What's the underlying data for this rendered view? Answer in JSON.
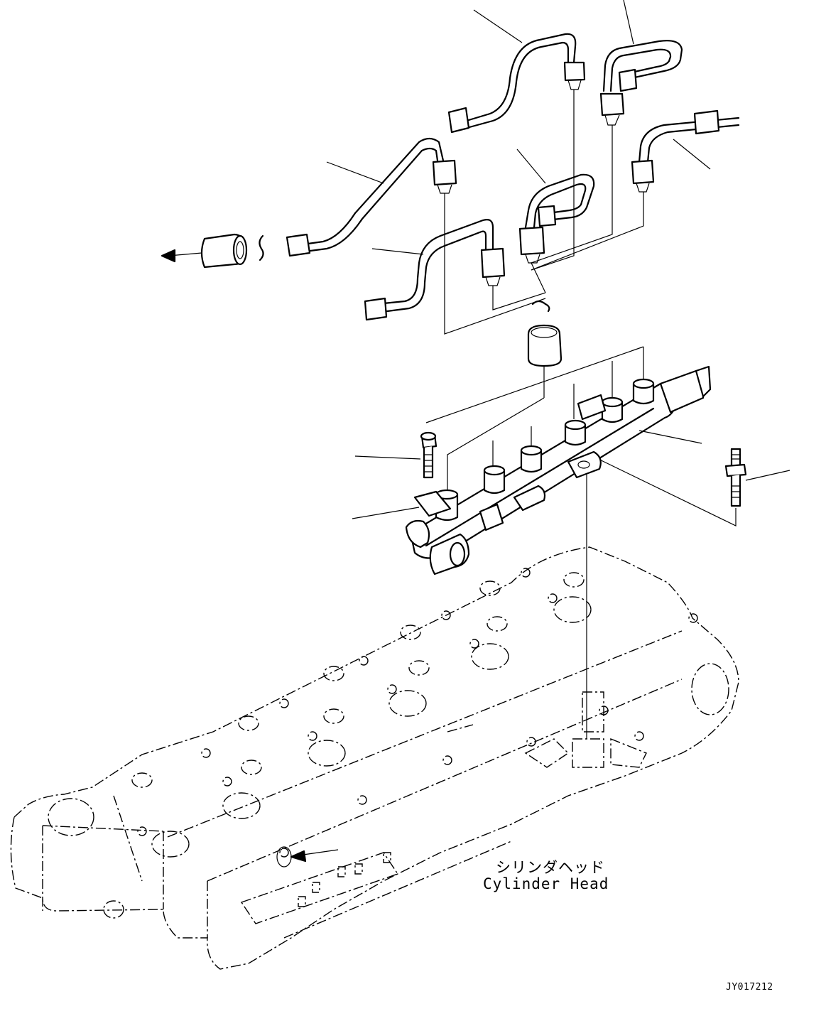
{
  "labels": {
    "cylinder_head_jp": "シリンダヘッド",
    "cylinder_head_en": "Cylinder Head",
    "drawing_code": "JY017212"
  }
}
